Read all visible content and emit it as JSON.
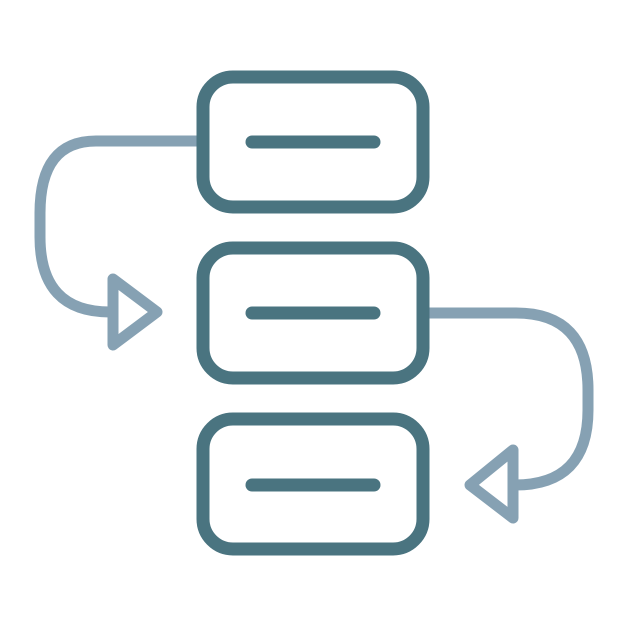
{
  "icon": {
    "name": "workflow-process-icon",
    "blocks": [
      "block",
      "block",
      "block"
    ],
    "arrows": [
      "arrow-left-loop",
      "arrow-right-loop"
    ]
  },
  "colors": {
    "background": "#ffffff",
    "primary_stroke": "#4a7480",
    "secondary_stroke": "#86a1b3"
  }
}
